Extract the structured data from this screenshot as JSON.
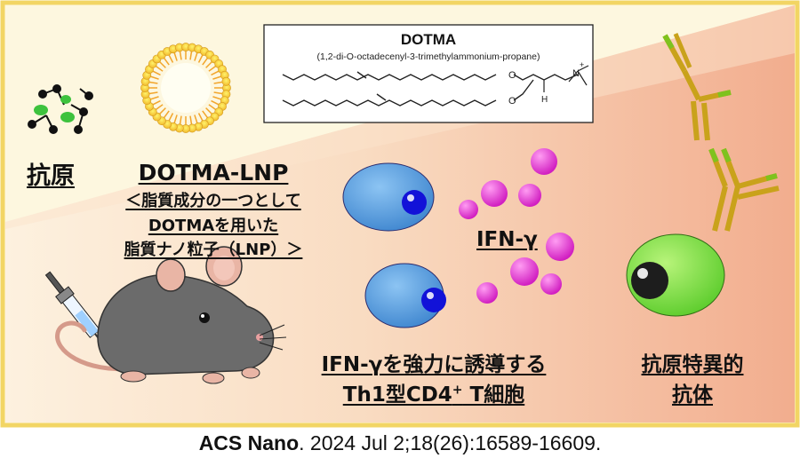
{
  "labels": {
    "antigen": "抗原",
    "lnp_title": "DOTMA-LNP",
    "lnp_desc_1": "＜脂質成分の一つとして",
    "lnp_desc_2": "DOTMAを用いた",
    "lnp_desc_3": "脂質ナノ粒子（LNP）＞",
    "ifn": "IFN-γ",
    "th1_line1": "IFN-γを強力に誘導する",
    "th1_line2_prefix": "Th1型CD4",
    "th1_line2_sup": "+",
    "th1_line2_suffix": " T細胞",
    "antibody_line1": "抗原特異的",
    "antibody_line2": "抗体"
  },
  "structure": {
    "name": "DOTMA",
    "full_name": "(1,2-di-O-octadecenyl-3-trimethylammonium-propane)",
    "atoms": [
      "O",
      "O",
      "N",
      "+",
      "H"
    ]
  },
  "citation": {
    "journal": "ACS Nano",
    "details": ". 2024 Jul 2;18(26):16589-16609."
  },
  "colors": {
    "frame": "#f2d564",
    "band_light": "#fbe6cf",
    "band_dark": "#f4b999",
    "cell_blue": "#5aa0de",
    "nucleus": "#1212d8",
    "ifn_dot": "#e33ad4",
    "b_cell": "#7ee24a",
    "antibody_gold": "#c9a21b",
    "antibody_green": "#7fc21e",
    "mouse_fur": "#6b6b6b",
    "mouse_ear": "#e9b5a5"
  },
  "icons": [
    "antigen-molecule-icon",
    "lnp-icon",
    "syringe-icon",
    "mouse-icon",
    "antibody-icon",
    "b-cell-icon",
    "t-cell-icon"
  ]
}
